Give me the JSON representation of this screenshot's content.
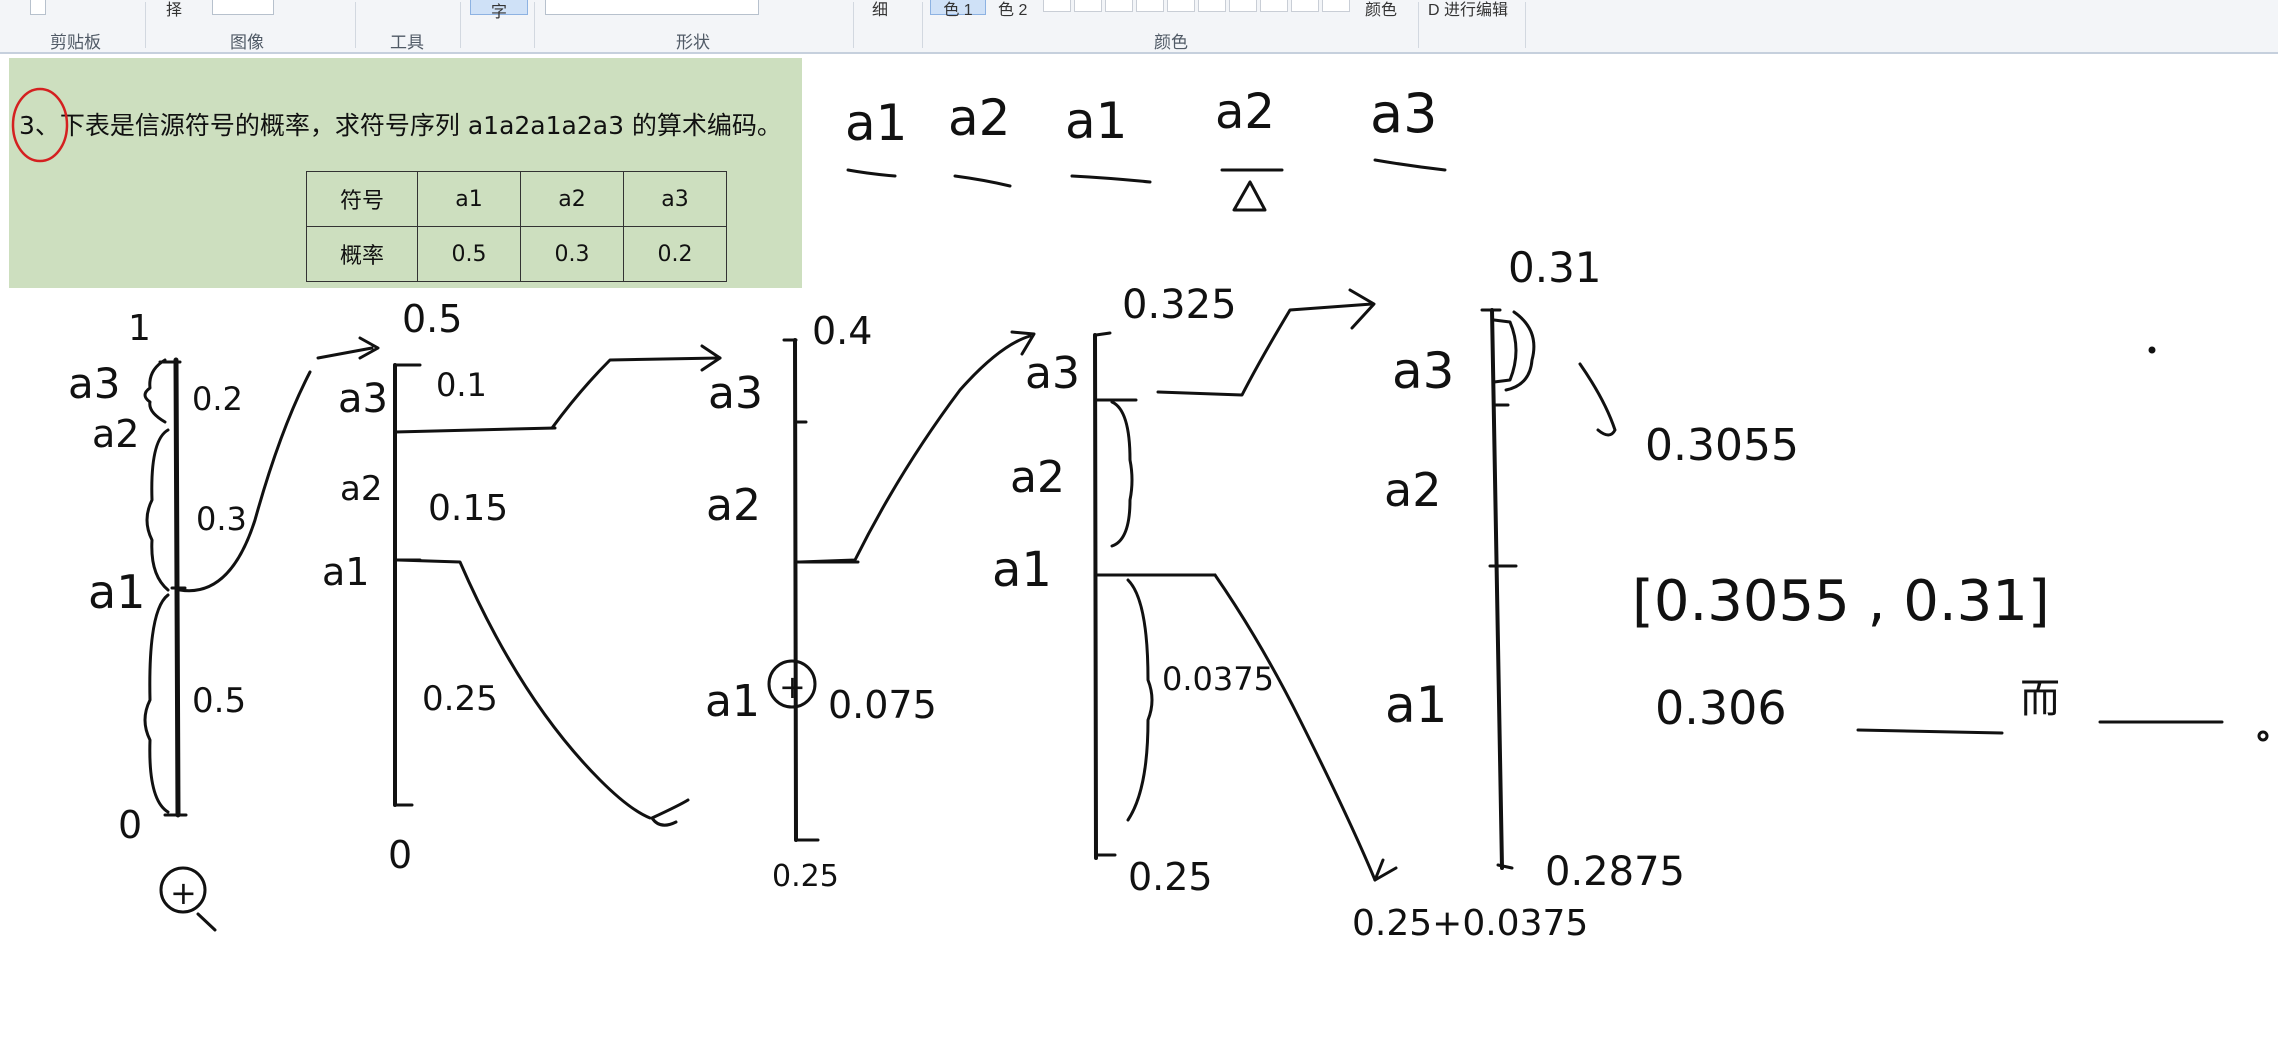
{
  "ribbon": {
    "groups": [
      "剪贴板",
      "图像",
      "工具",
      "形状",
      "颜色"
    ],
    "select_label": "择",
    "text_tool_label": "字",
    "size_label": "细",
    "color1_label": "色 1",
    "color2_label": "色 2",
    "edit_colors_label": "颜色",
    "paint3d_label": "D 进行编辑"
  },
  "problem": {
    "text": "3、下表是信源符号的概率，求符号序列 a1a2a1a2a3 的算术编码。",
    "table": {
      "headers": [
        "符号",
        "a1",
        "a2",
        "a3"
      ],
      "rows": [
        [
          "概率",
          "0.5",
          "0.3",
          "0.2"
        ]
      ]
    }
  },
  "sequence": [
    "a1",
    "a2",
    "a1",
    "a2",
    "a3"
  ],
  "scales": [
    {
      "top": "1",
      "bottom": "0",
      "symbols": [
        "a3",
        "a2",
        "a1"
      ],
      "widths": [
        "0.2",
        "0.3",
        "0.5"
      ],
      "mark": "+"
    },
    {
      "top": "0.5",
      "bottom": "0",
      "symbols": [
        "a3",
        "a2",
        "a1"
      ],
      "widths": [
        "0.1",
        "0.15",
        "0.25"
      ]
    },
    {
      "top": "0.4",
      "bottom": "0.25",
      "symbols": [
        "a3",
        "a2",
        "a1"
      ],
      "widths": [
        "0.075"
      ],
      "mark": "+"
    },
    {
      "top": "0.325",
      "bottom": "0.25",
      "symbols": [
        "a3",
        "a2",
        "a1"
      ],
      "widths": [
        "0.0375"
      ]
    },
    {
      "top": "0.31",
      "bottom": "0.2875",
      "symbols": [
        "a3",
        "a2",
        "a1"
      ]
    }
  ],
  "annotations": {
    "sum": "0.25+0.0375",
    "result_low": "0.3055",
    "interval": "[0.3055 , 0.31]",
    "answer": "0.306",
    "answer_connector": "而"
  }
}
